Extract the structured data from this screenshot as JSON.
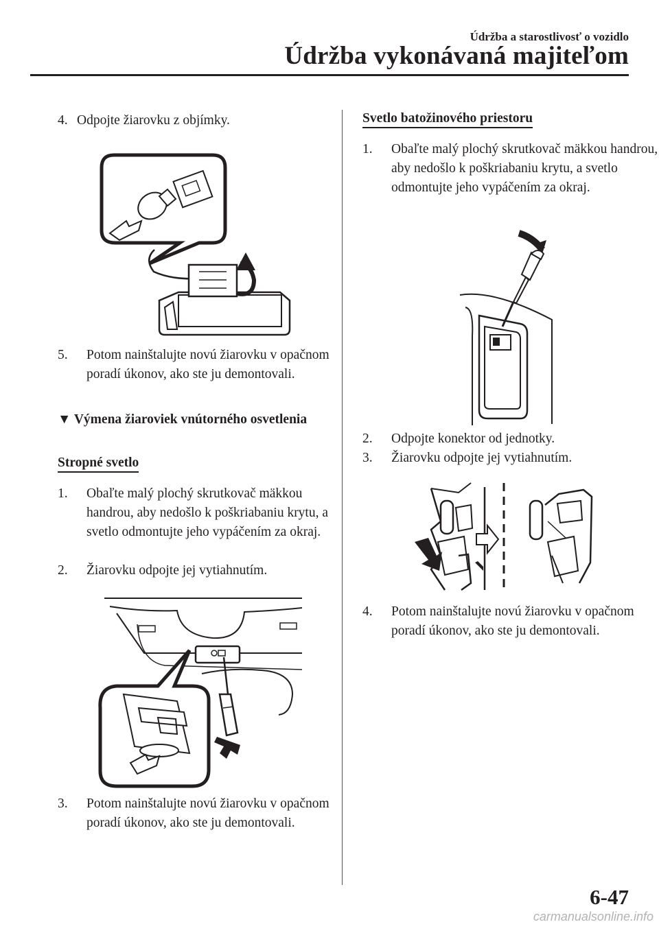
{
  "header": {
    "chapter": "Údržba a starostlivosť o vozidlo",
    "title": "Údržba vykonávaná majiteľom"
  },
  "left": {
    "step4": {
      "num": "4.",
      "text": "Odpojte žiarovku z objímky."
    },
    "step5": {
      "num": "5.",
      "text": "Potom nainštalujte novú žiarovku v opačnom poradí úkonov, ako ste ju demontovali."
    },
    "section_marker": "▼",
    "section_title": "Výmena žiaroviek vnútorného osvetlenia",
    "subsection": "Stropné svetlo",
    "s1": {
      "num": "1.",
      "text": "Obaľte malý plochý skrutkovač mäkkou handrou, aby nedošlo k poškriabaniu krytu, a svetlo odmontujte jeho vypáčením za okraj."
    },
    "s2": {
      "num": "2.",
      "text": "Žiarovku odpojte jej vytiahnutím."
    },
    "s3": {
      "num": "3.",
      "text": "Potom nainštalujte novú žiarovku v opačnom poradí úkonov, ako ste ju demontovali."
    }
  },
  "right": {
    "subsection": "Svetlo batožinového priestoru",
    "r1": {
      "num": "1.",
      "text": "Obaľte malý plochý skrutkovač mäkkou handrou, aby nedošlo k poškriabaniu krytu, a svetlo odmontujte jeho vypáčením za okraj."
    },
    "r2": {
      "num": "2.",
      "text": "Odpojte konektor od jednotky."
    },
    "r3": {
      "num": "3.",
      "text": "Žiarovku odpojte jej vytiahnutím."
    },
    "r4": {
      "num": "4.",
      "text": "Potom nainštalujte novú žiarovku v opačnom poradí úkonov, ako ste ju demontovali."
    }
  },
  "footer": {
    "page_number": "6-47",
    "watermark": "carmanualsonline.info"
  }
}
